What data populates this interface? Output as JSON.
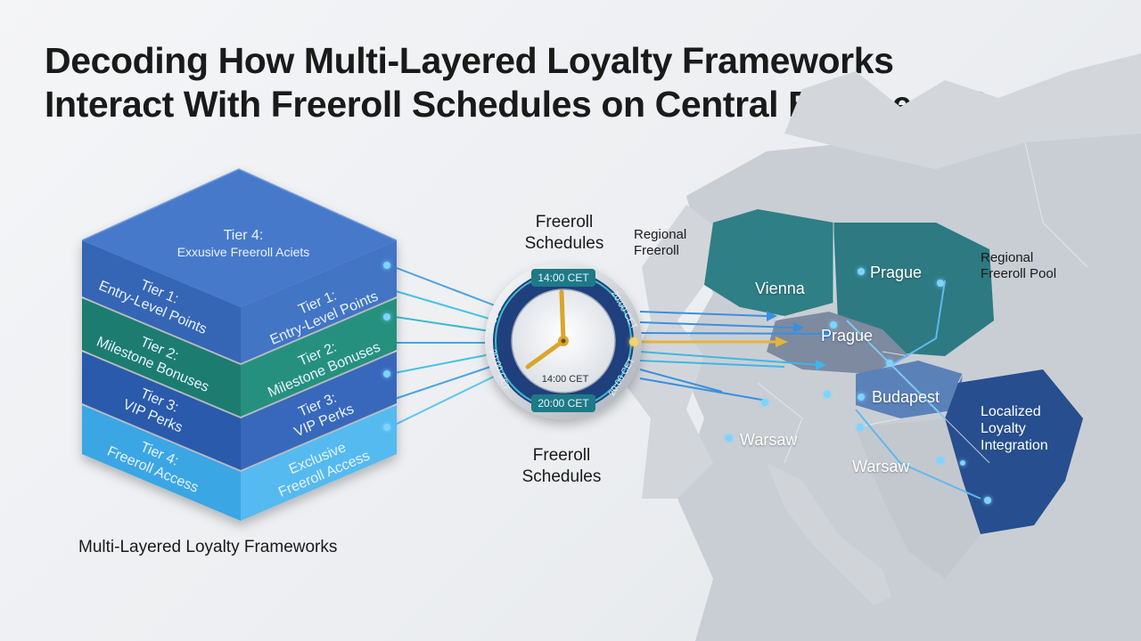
{
  "title": {
    "line1": "Decoding How Multi-Layered Loyalty Frameworks",
    "line2": "Interact With Freeroll Schedules on Central European P."
  },
  "stack": {
    "top": {
      "label": "Tier 4:",
      "sub": "Exxusive Freeroll Aciets"
    },
    "left_faces": [
      {
        "label": "Tier 1:",
        "sub": "Entry-Level Points"
      },
      {
        "label": "Tier 2:",
        "sub": "Milestone Bonuses"
      },
      {
        "label": "Tier 3:",
        "sub": "VIP Perks"
      },
      {
        "label": "Tier 4:",
        "sub": "Freeroll Access"
      }
    ],
    "right_faces": [
      {
        "label": "Tier 1:",
        "sub": "Entry-Level Points"
      },
      {
        "label": "Tier 2:",
        "sub": "Milestone Bonuses"
      },
      {
        "label": "Tier 3:",
        "sub": "VIP Perks"
      },
      {
        "label": "Exclusive",
        "sub": "Freeroll Access"
      }
    ],
    "caption": "Multi-Layered Loyalty Frameworks",
    "colors": [
      "#3f70c0",
      "#1f8576",
      "#2d5fae",
      "#3ea8e2"
    ]
  },
  "clock": {
    "heading_top": "Freeroll Schedules",
    "heading_bottom": "Freeroll Schedules",
    "ring_top": "14:00 CET",
    "ring_bottom": "20:00 CET",
    "ring_left_top": "14:00 CET",
    "ring_left_bottom": "20:00 CET",
    "ring_right_top": "20:00 CET",
    "ring_right_bottom": "20:00 CET",
    "face_time": "14:00 CET"
  },
  "map": {
    "regional_freeroll": "Regional Freeroll",
    "regional_freeroll_pool": "Regional Freeroll Pool",
    "cities": {
      "vienna": "Vienna",
      "prague_north": "Prague",
      "prague_mid": "Prague",
      "budapest": "Budapest",
      "warsaw_west": "Warsaw",
      "warsaw_south": "Warsaw"
    },
    "localized": "Localized Loyalty Integration",
    "colors": {
      "teal": "#2e7f86",
      "navy": "#274e8e",
      "land": "#c6cbd1"
    }
  }
}
